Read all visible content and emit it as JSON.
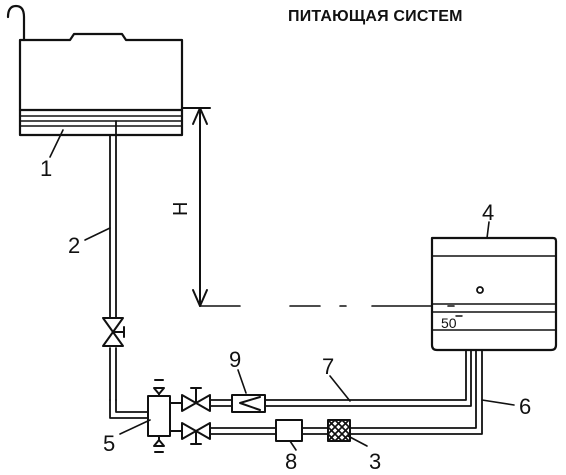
{
  "heading": "ПИТАЮЩАЯ СИСТЕМ",
  "height_label": "H",
  "tank_mark": "50",
  "callouts": {
    "c1": "1",
    "c2": "2",
    "c3": "3",
    "c4": "4",
    "c5": "5",
    "c6": "6",
    "c7": "7",
    "c8": "8",
    "c9": "9"
  }
}
